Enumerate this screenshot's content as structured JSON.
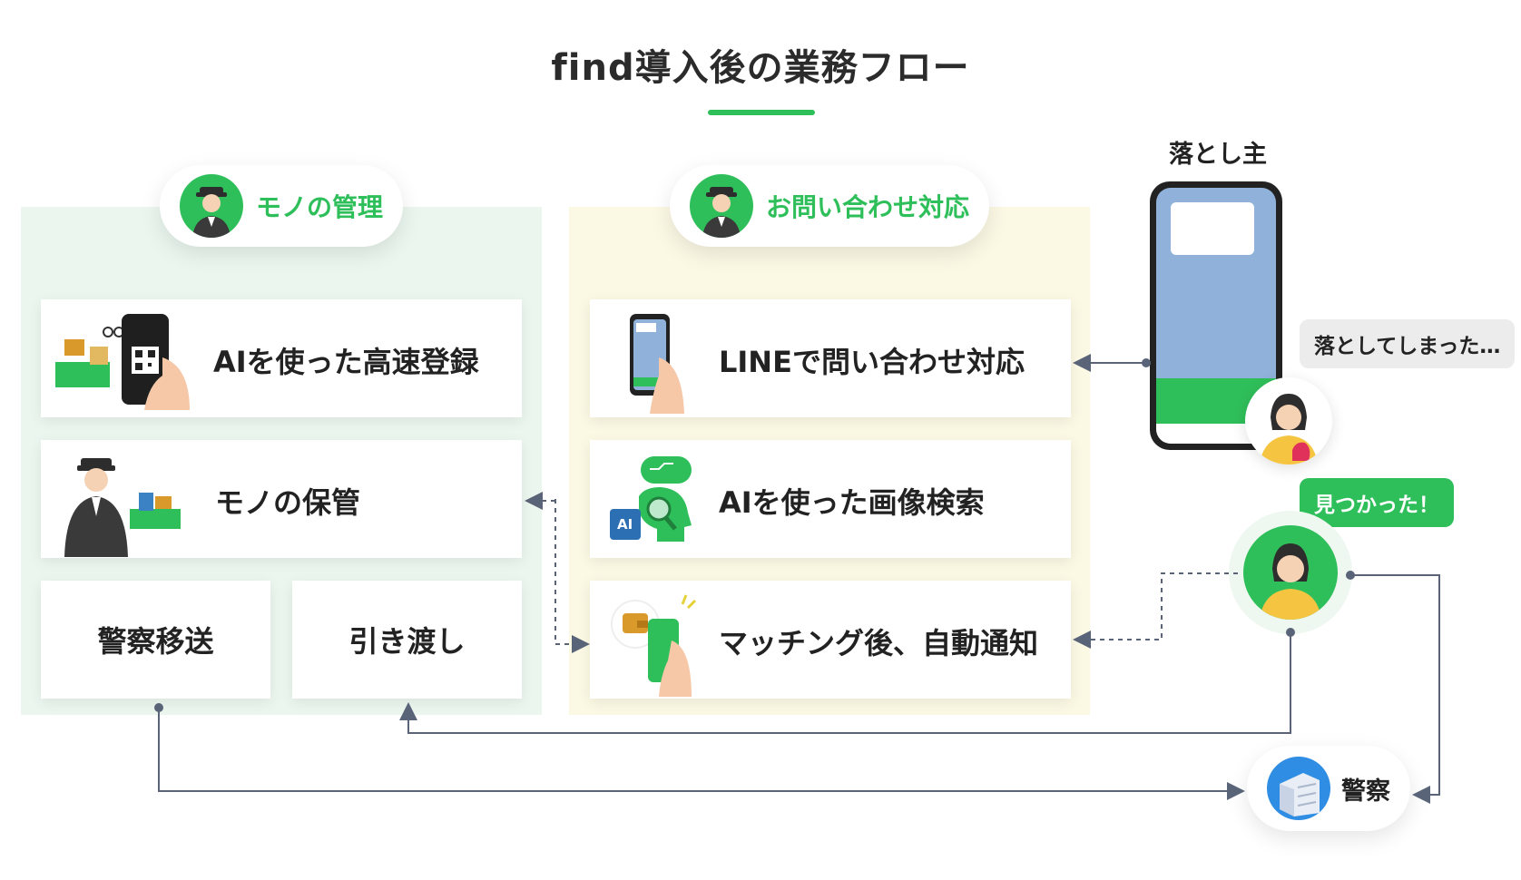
{
  "title": "find導入後の業務フロー",
  "colors": {
    "accent": "#2fbf5a",
    "panel_left": "#eaf6ee",
    "panel_mid": "#fbf8e4",
    "line": "#5a6478"
  },
  "sections": {
    "left": {
      "label": "モノの管理",
      "icon": "staff-avatar-icon"
    },
    "middle": {
      "label": "お問い合わせ対応",
      "icon": "staff-avatar-icon"
    }
  },
  "left_cards": {
    "register": "AIを使った高速登録",
    "storage": "モノの保管",
    "police_transfer": "警察移送",
    "handover": "引き渡し"
  },
  "middle_cards": {
    "line_inquiry": "LINEで問い合わせ対応",
    "image_search": "AIを使った画像検索",
    "auto_notify": "マッチング後、自動通知"
  },
  "owner": {
    "label": "落とし主",
    "speech": "落としてしまった…"
  },
  "found": {
    "speech": "見つかった！"
  },
  "police": {
    "label": "警察"
  },
  "ai_badge": "AI"
}
